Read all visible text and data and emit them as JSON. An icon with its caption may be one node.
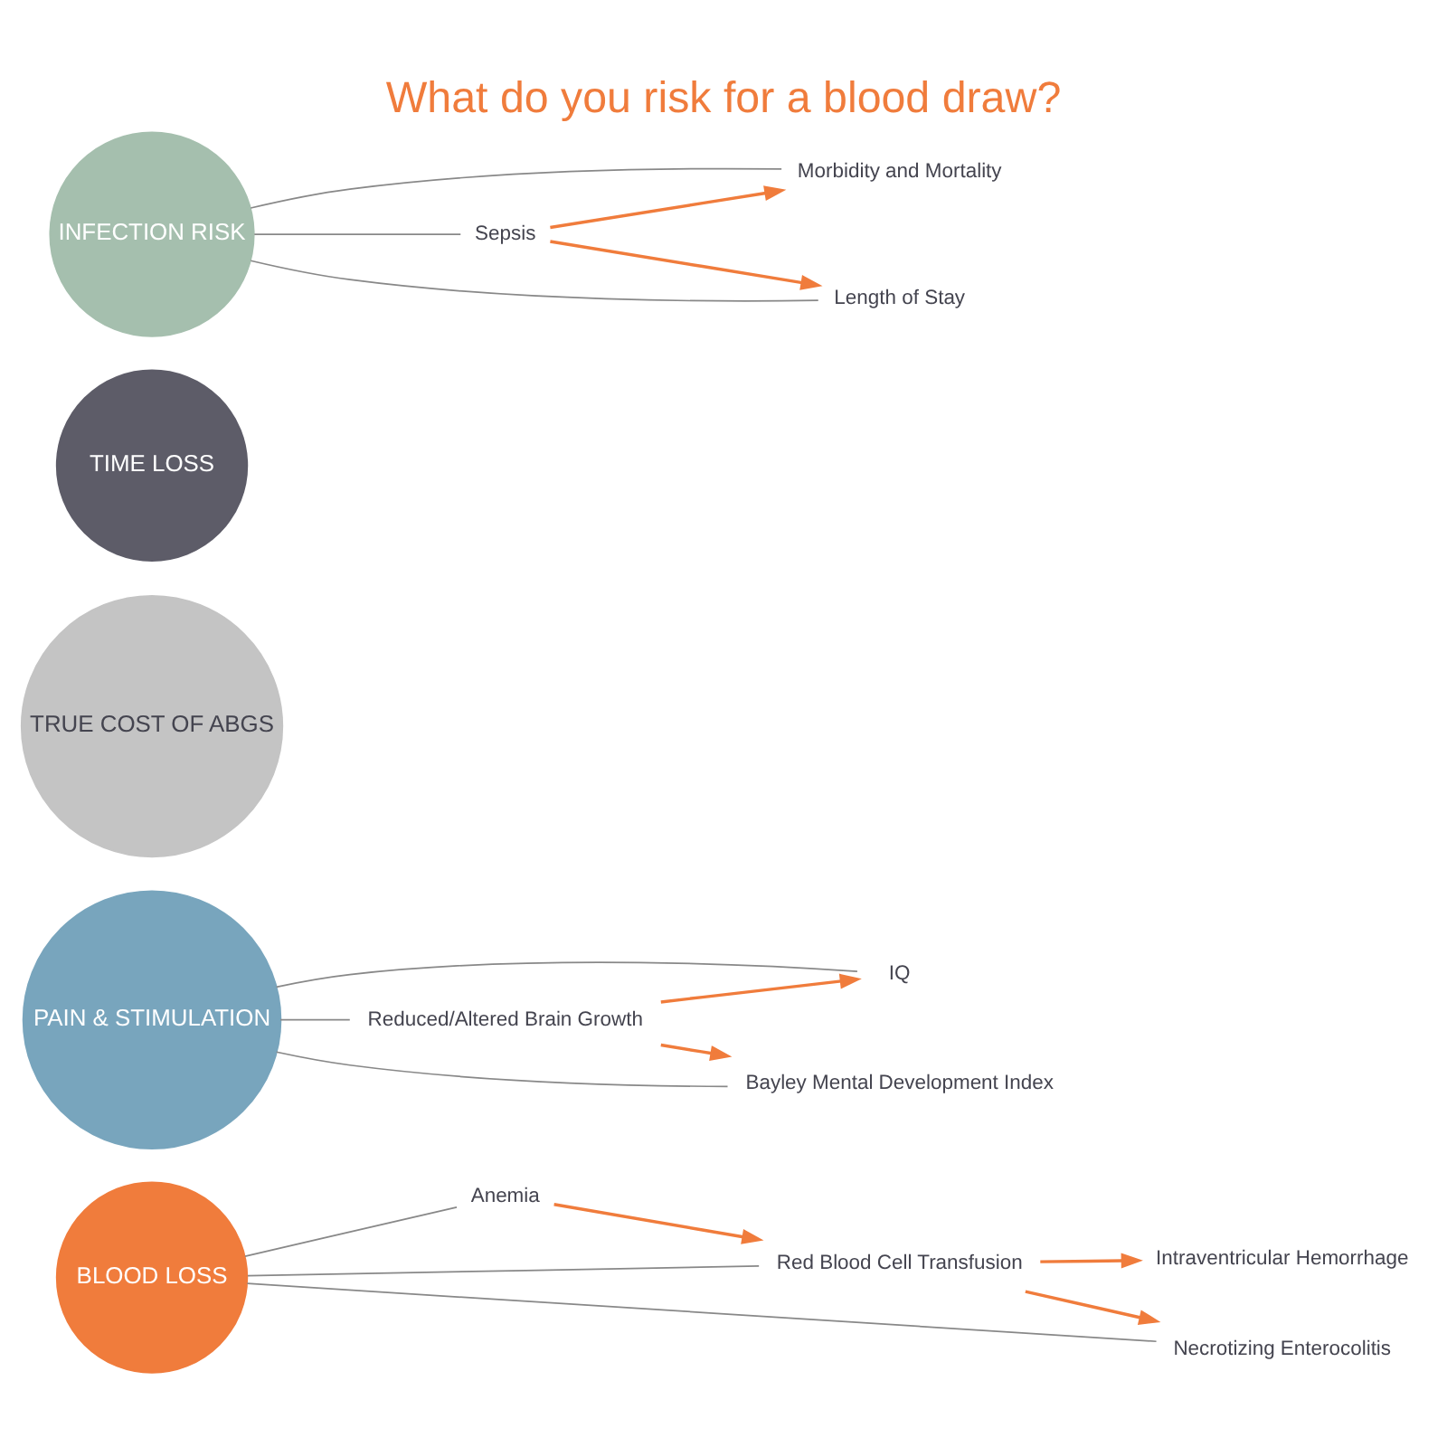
{
  "diagram": {
    "title": "What do you risk for a blood draw?",
    "nodes": [
      {
        "text": [
          "BLOOD LOSS"
        ]
      },
      {
        "text": [
          "PAIN & STIMULATION"
        ]
      },
      {
        "text": [
          "TRUE COST OF ABGS"
        ]
      },
      {
        "text": [
          "TIME LOSS"
        ]
      },
      {
        "text": [
          "INFECTION RISK"
        ]
      },
      {
        "text": [
          "Anemia"
        ]
      },
      {
        "text": [
          "Red Blood Cell Transfusion"
        ]
      },
      {
        "text": [
          "Necrotizing Enterocolitis"
        ]
      },
      {
        "text": [
          "Intraventricular Hemorrhage"
        ]
      },
      {
        "text": [
          "Reduced/Altered Brain Growth"
        ]
      },
      {
        "text": [
          "IQ"
        ]
      },
      {
        "text": [
          "Bayley Mental Development Index"
        ]
      },
      {
        "text": [
          "Sepsis"
        ]
      },
      {
        "text": [
          "Morbidity and Mortality"
        ]
      },
      {
        "text": [
          "Length of Stay"
        ]
      }
    ],
    "edges": [
      {
        "from": 0,
        "to": 5,
        "arrow": "none"
      },
      {
        "from": 0,
        "to": 6,
        "arrow": "none"
      },
      {
        "from": 0,
        "to": 7,
        "arrow": "none"
      },
      {
        "from": 1,
        "to": 9,
        "arrow": "none"
      },
      {
        "from": 1,
        "to": 10,
        "arrow": "none"
      },
      {
        "from": 1,
        "to": 11,
        "arrow": "none"
      },
      {
        "from": 4,
        "to": 12,
        "arrow": "none"
      },
      {
        "from": 4,
        "to": 13,
        "arrow": "none"
      },
      {
        "from": 4,
        "to": 14,
        "arrow": "none"
      },
      {
        "from": 5,
        "to": 6,
        "arrow": "to",
        "color": "#f07c3c"
      },
      {
        "from": 6,
        "to": 7,
        "arrow": "to",
        "color": "#f07c3c"
      },
      {
        "from": 6,
        "to": 8,
        "arrow": "to",
        "color": "#f07c3c"
      },
      {
        "from": 9,
        "to": 10,
        "arrow": "to",
        "color": "#f07c3c"
      },
      {
        "from": 9,
        "to": 11,
        "arrow": "to",
        "color": "#f07c3c"
      },
      {
        "from": 12,
        "to": 13,
        "arrow": "to",
        "color": "#f07c3c"
      },
      {
        "from": 12,
        "to": 14,
        "arrow": "to",
        "color": "#f07c3c"
      }
    ]
  }
}
